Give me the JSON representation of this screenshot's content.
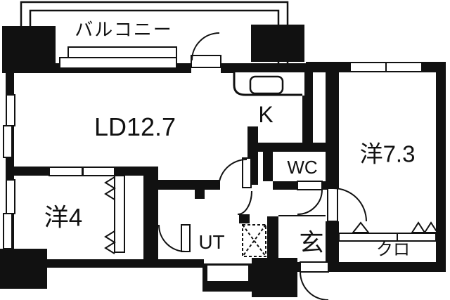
{
  "plan": {
    "type": "japanese-apartment-floor-plan",
    "rooms": {
      "balcony": "バルコニー",
      "living_dining": "LD12.7",
      "kitchen": "K",
      "western_7_3": "洋7.3",
      "wc": "WC",
      "western_4": "洋4",
      "utility": "UT",
      "entrance": "玄",
      "closet": "クロ"
    },
    "colors": {
      "wall": "#111111",
      "floor": "#ffffff"
    }
  }
}
